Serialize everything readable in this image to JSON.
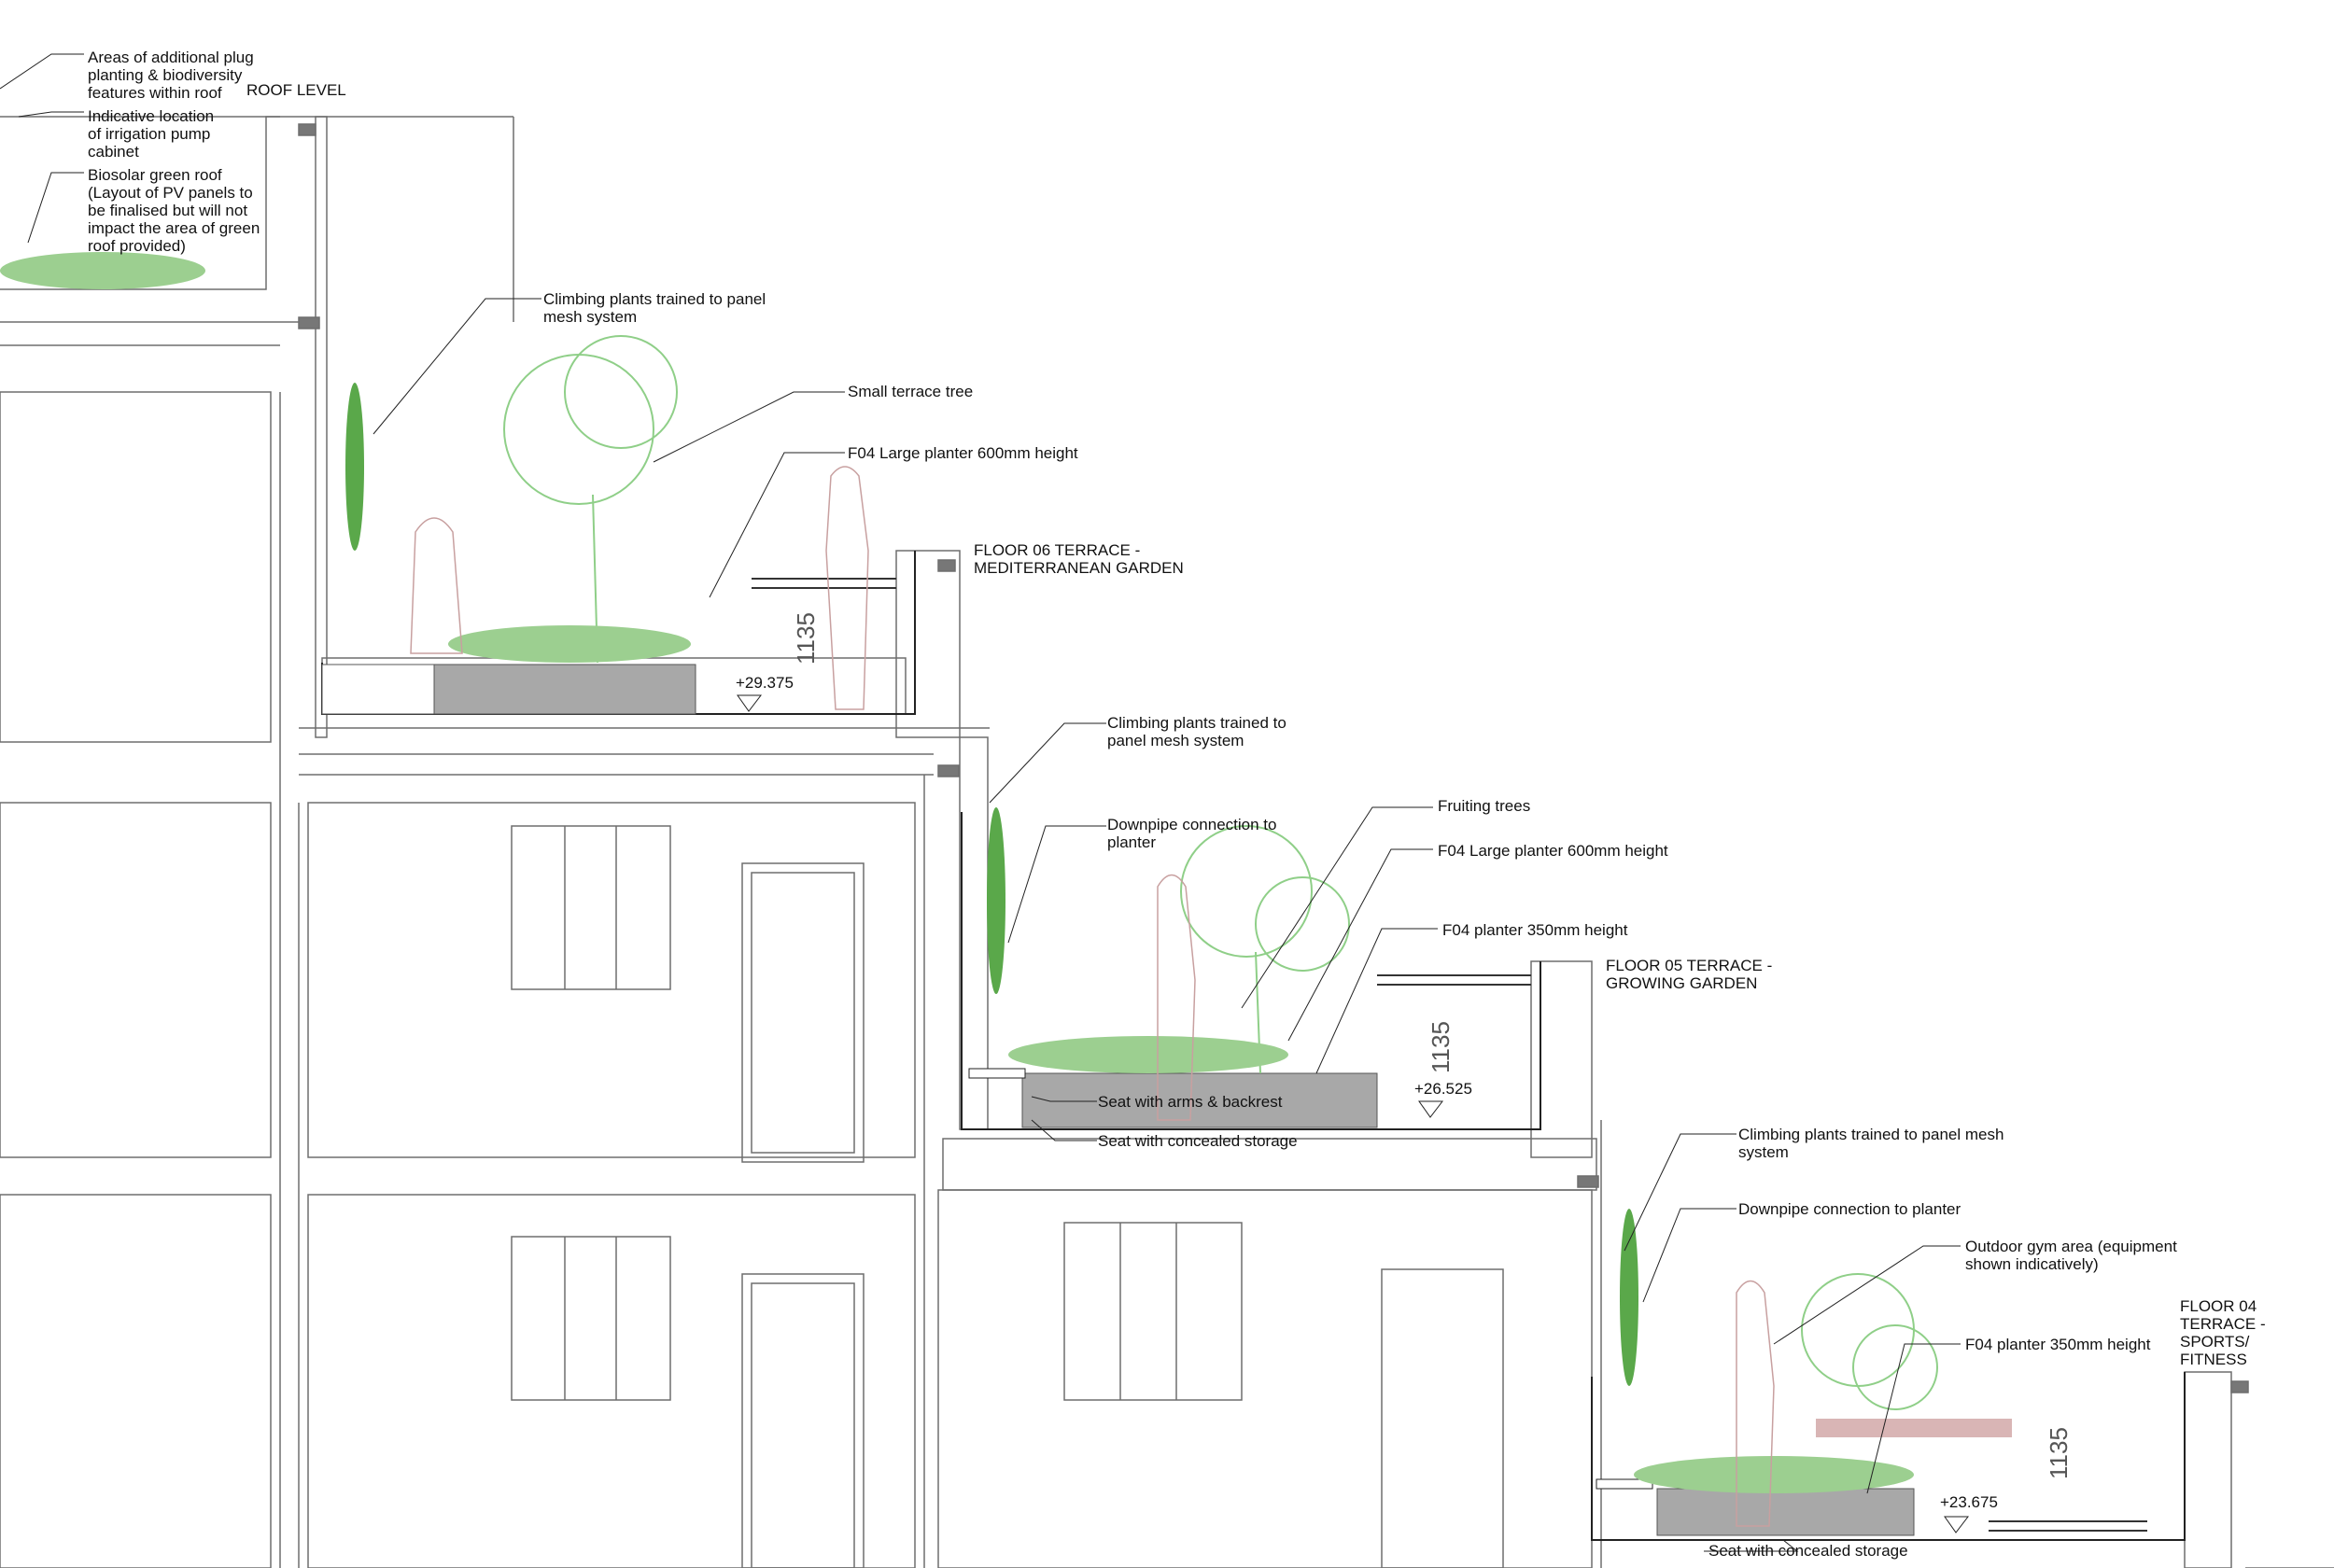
{
  "labels": {
    "roof_plug_planting": "Areas of additional plug\nplanting & biodiversity\nfeatures within roof",
    "roof_level": "ROOF LEVEL",
    "irrigation_pump": "Indicative location\nof irrigation pump\ncabinet",
    "biosolar_roof": "Biosolar green roof\n(Layout of PV panels to\nbe finalised but will not\nimpact the area of green\nroof provided)",
    "f06_climbing": "Climbing plants trained to panel\nmesh system",
    "f06_tree": "Small terrace tree",
    "f06_planter": "F04 Large planter 600mm height",
    "f06_title": "FLOOR 06 TERRACE -\nMEDITERRANEAN GARDEN",
    "f05_climbing": "Climbing plants trained to\npanel mesh system",
    "f05_downpipe": "Downpipe connection to\nplanter",
    "f05_fruiting": "Fruiting trees",
    "f05_large_planter": "F04 Large planter 600mm height",
    "f05_planter_350": "F04 planter 350mm height",
    "f05_title": "FLOOR 05 TERRACE -\nGROWING GARDEN",
    "f05_seat_arms": "Seat with arms & backrest",
    "f05_seat_storage": "Seat with concealed storage",
    "f04_climbing": "Climbing plants trained to panel mesh\nsystem",
    "f04_downpipe": "Downpipe connection to planter",
    "f04_gym": "Outdoor gym area (equipment\nshown indicatively)",
    "f04_planter_350": "F04 planter 350mm height",
    "f04_title": "FLOOR 04\nTERRACE -\nSPORTS/\nFITNESS",
    "f04_seat_storage": "Seat with concealed storage"
  },
  "levels": {
    "f06": "+29.375",
    "f05": "+26.525",
    "f04": "+23.675"
  },
  "dimensions": {
    "f06_balustrade": "1135",
    "f05_balustrade": "1135",
    "f04_balustrade": "1135"
  },
  "colors": {
    "line": "#6e6e6e",
    "light_line": "#b4b4b4",
    "planter_fill": "#a8a8a8",
    "plant_green": "#5aa84a",
    "tree_green": "#8fcf88",
    "figure": "#c8a0a0",
    "gym_bench": "#d9b5b5"
  }
}
